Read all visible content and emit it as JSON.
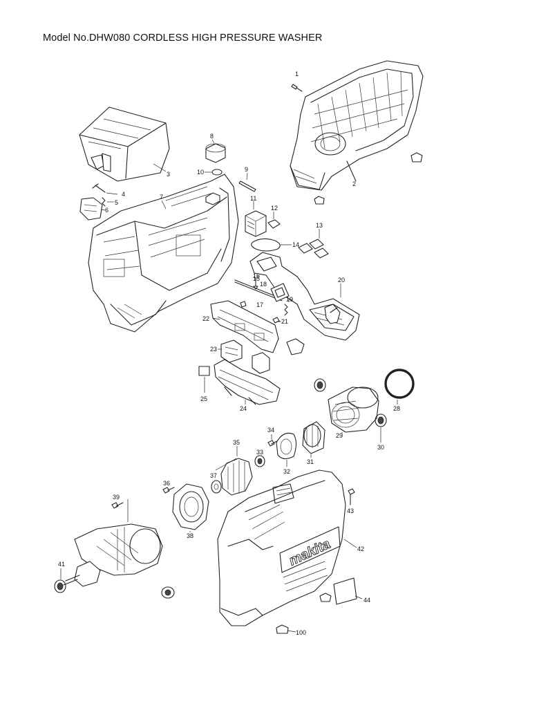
{
  "title": "Model No.DHW080 CORDLESS HIGH PRESSURE WASHER",
  "brand_logo_text": "makita",
  "part_numbers": [
    "1",
    "2",
    "3",
    "4",
    "5",
    "6",
    "7",
    "8",
    "9",
    "10",
    "11",
    "12",
    "13",
    "14",
    "15",
    "16",
    "17",
    "18",
    "19",
    "20",
    "21",
    "22",
    "23",
    "24",
    "25",
    "28",
    "29",
    "30",
    "31",
    "32",
    "33",
    "34",
    "35",
    "36",
    "37",
    "38",
    "39",
    "41",
    "42",
    "43",
    "44",
    "100"
  ]
}
